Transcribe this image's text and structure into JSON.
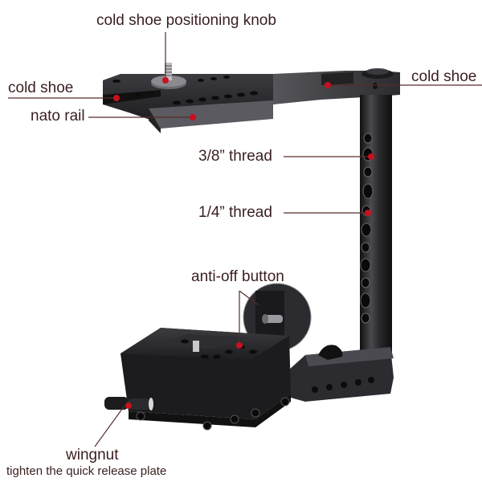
{
  "diagram": {
    "subject": "camera half cage with quick release plate",
    "colors": {
      "label_text": "#3a1f1f",
      "leader_line": "#5a2a2a",
      "callout_dot": "#c8101e",
      "metal_dark": "#1c1c1e",
      "metal_mid": "#3a3a3e",
      "metal_light": "#6a6a70",
      "background": "#ffffff"
    },
    "callouts": [
      {
        "id": "cold-shoe-positioning-knob",
        "text": "cold shoe positioning knob"
      },
      {
        "id": "cold-shoe-left",
        "text": "cold shoe"
      },
      {
        "id": "cold-shoe-right",
        "text": "cold shoe"
      },
      {
        "id": "nato-rail",
        "text": "nato rail"
      },
      {
        "id": "thread-3-8",
        "text": "3/8” thread"
      },
      {
        "id": "thread-1-4",
        "text": "1/4” thread"
      },
      {
        "id": "anti-off-button",
        "text": "anti-off button"
      },
      {
        "id": "wingnut",
        "text": "wingnut"
      },
      {
        "id": "wingnut-desc",
        "text": "tighten the quick release plate"
      }
    ]
  }
}
